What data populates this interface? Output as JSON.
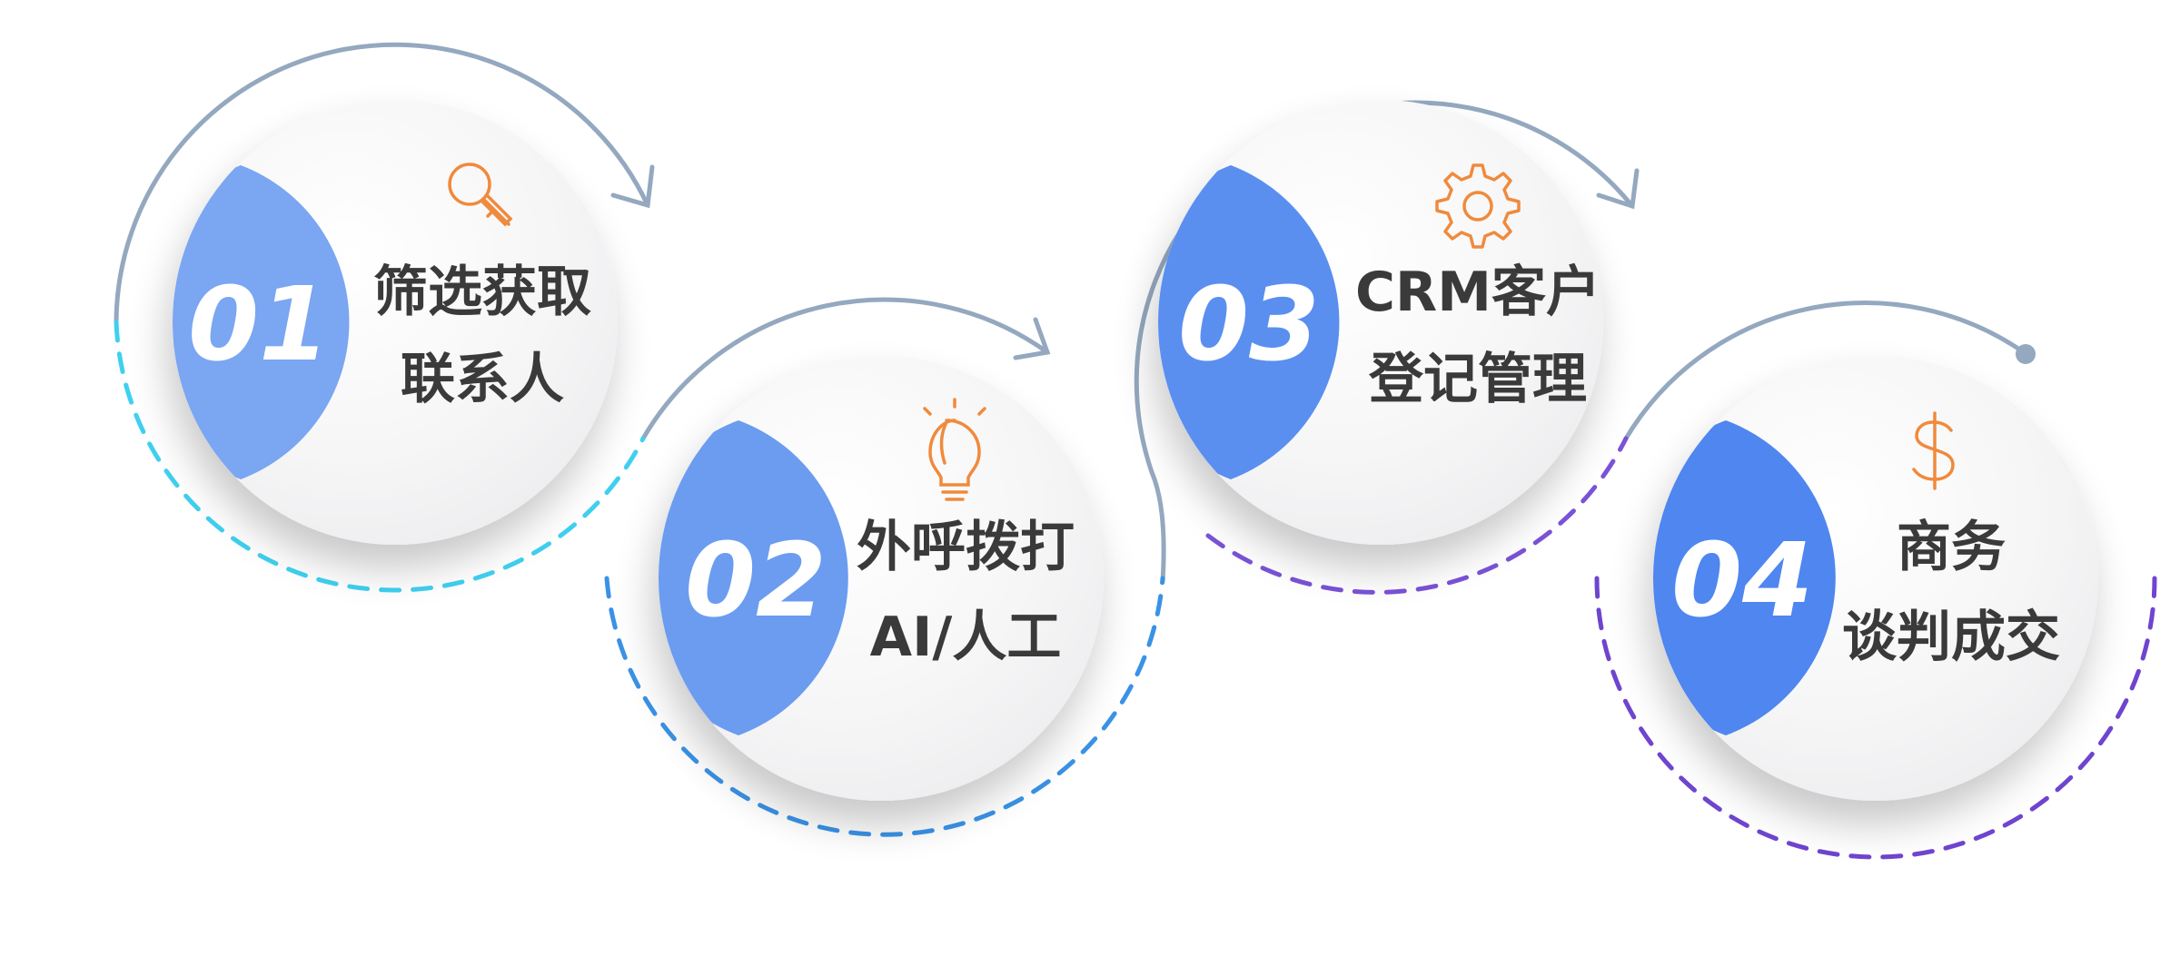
{
  "steps": [
    {
      "number": "01",
      "title_line1": "筛选获取",
      "title_line2": "联系人",
      "icon": "search-icon",
      "accent_color": "#7aa6f2",
      "dash_color": "#3fd0ef"
    },
    {
      "number": "02",
      "title_line1": "外呼拨打",
      "title_line2": "AI/人工",
      "icon": "lightbulb-icon",
      "accent_color": "#6b9cf0",
      "dash_color": "#3a92e6"
    },
    {
      "number": "03",
      "title_line1": "CRM客户",
      "title_line2": "登记管理",
      "icon": "gear-icon",
      "accent_color": "#5a8ff0",
      "dash_color": "#7a52d6"
    },
    {
      "number": "04",
      "title_line1": "商务",
      "title_line2": "谈判成交",
      "icon": "dollar-icon",
      "accent_color": "#4f86ef",
      "dash_color": "#6f44cf"
    }
  ],
  "colors": {
    "arc": "#94a8bf",
    "icon": "#f08a3c",
    "title": "#3a3a3a",
    "disc_light": "#fafafb",
    "disc_dark": "#eeeff1"
  }
}
